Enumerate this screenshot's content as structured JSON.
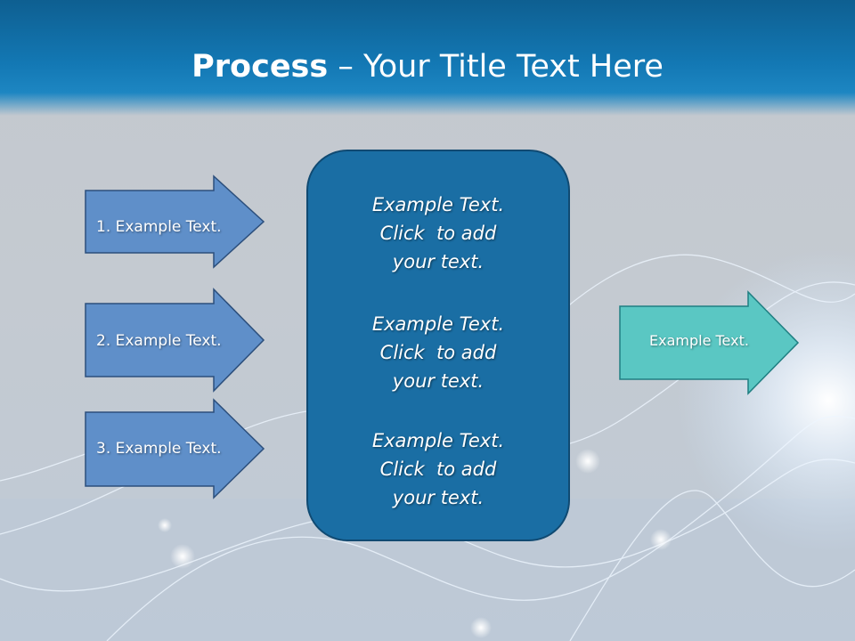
{
  "header": {
    "title_bold": "Process",
    "title_rest": "– Your Title Text Here"
  },
  "inputs": [
    {
      "label": "1. Example Text."
    },
    {
      "label": "2. Example Text."
    },
    {
      "label": "3. Example Text."
    }
  ],
  "center": {
    "blocks": [
      {
        "line1": "Example Text.",
        "line2": "Click  to add",
        "line3": "your text."
      },
      {
        "line1": "Example Text.",
        "line2": "Click  to add",
        "line3": "your text."
      },
      {
        "line1": "Example Text.",
        "line2": "Click  to add",
        "line3": "your text."
      }
    ]
  },
  "output": {
    "label": "Example Text."
  },
  "colors": {
    "header": "#1378b4",
    "input_arrow": "#5f8fc9",
    "center_box": "#1a6ea4",
    "output_arrow": "#5ac7c3"
  }
}
